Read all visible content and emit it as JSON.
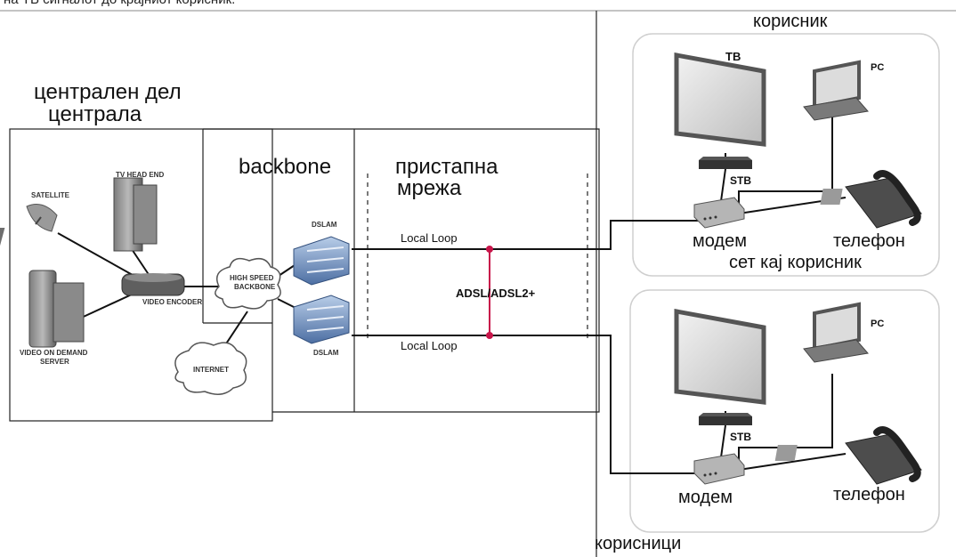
{
  "header": {
    "clipped_text": "на ТВ сигналот до крајниот корисник."
  },
  "colors": {
    "line": "#111111",
    "loop_accent": "#c8154a",
    "device_gray": "#6b6b6b",
    "frame": "#cfcfcf"
  },
  "labels": {
    "central_part": "централен дел",
    "central": "централа",
    "backbone": "backbone",
    "access_network_1": "пристапна",
    "access_network_2": "мрежа",
    "local_loop_top": "Local Loop",
    "local_loop_bottom": "Local Loop",
    "adsl": "ADSL/ADSL2+",
    "users_bottom": "корисници",
    "user_top": "корисник",
    "user_setup": "сет кај корисник"
  },
  "devices": {
    "satellite": "SATELLITE",
    "tv_head_end": "TV HEAD END",
    "video_encoder": "VIDEO ENCODER",
    "vod_server_1": "VIDEO ON DEMAND",
    "vod_server_2": "SERVER",
    "hs_backbone_1": "HIGH SPEED",
    "hs_backbone_2": "BACKBONE",
    "internet": "INTERNET",
    "dslam_top": "DSLAM",
    "dslam_bottom": "DSLAM"
  },
  "user1": {
    "tv": "ТВ",
    "pc": "PC",
    "stb": "STB",
    "modem": "модем",
    "phone": "телефон"
  },
  "user2": {
    "pc": "PC",
    "stb": "STB",
    "modem": "модем",
    "phone": "телефон"
  }
}
